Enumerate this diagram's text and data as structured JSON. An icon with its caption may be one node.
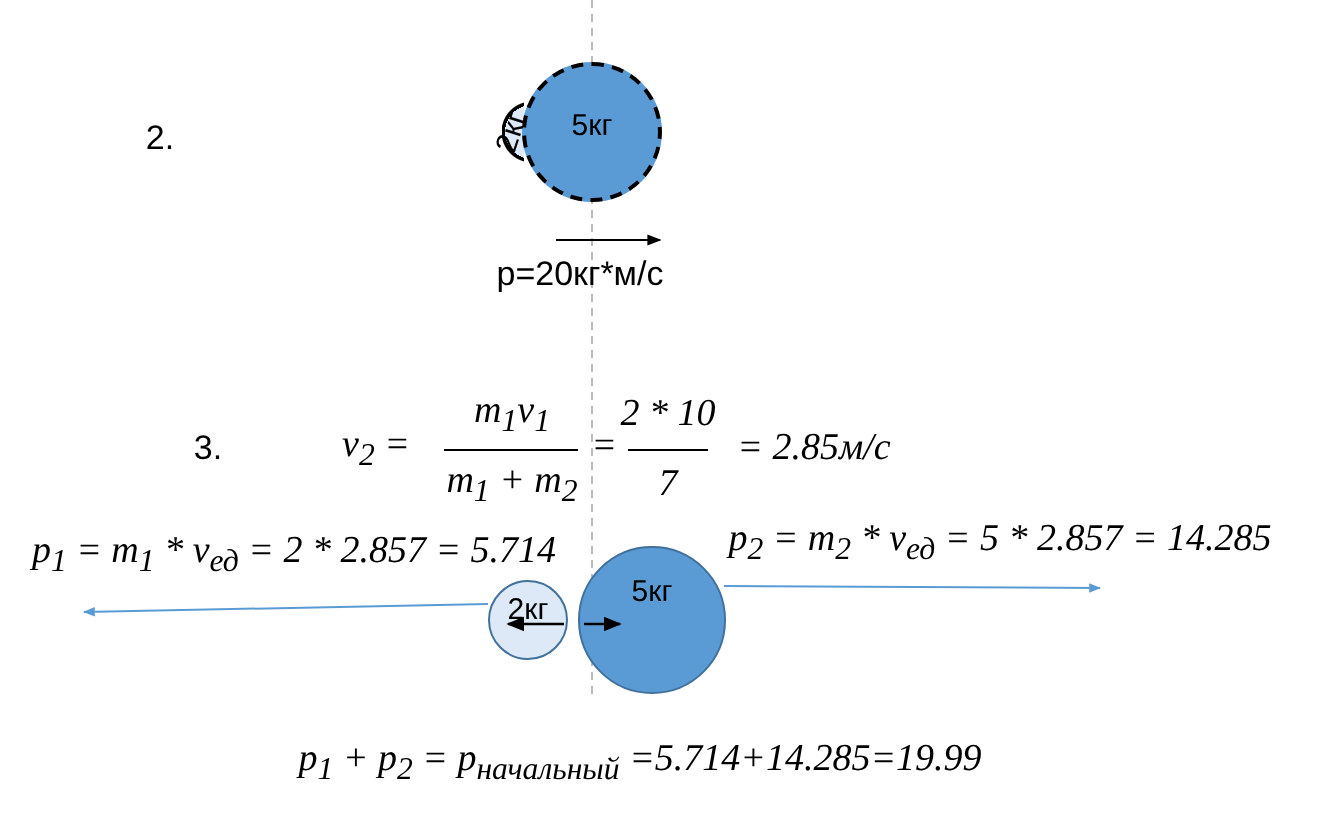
{
  "diagram": {
    "nodes": [
      {
        "text": [
          "2кг"
        ]
      },
      {
        "text": [
          "5кг"
        ]
      },
      {
        "text": [
          "2кг"
        ]
      },
      {
        "text": [
          "5кг"
        ]
      }
    ],
    "edges": [],
    "labels": [
      "2.",
      "p=20кг*м/с",
      "3.",
      "v$_{2}$ =",
      "m$_{1}$v$_{1}$",
      "m$_{1}$ + m$_{2}$",
      "=",
      "2 * 10",
      "7",
      "= 2.85м/с",
      "p$_{1}$ = m$_{1}$ * v$_{ед}$ = 2 * 2.857 = 5.714",
      "p$_{2}$ = m$_{2}$ * v$_{ед}$ = 5 * 2.857 = 14.285",
      "p$_{1}$ + p$_{2}$ = p$_{начальный}$ =5.714+14.285=19.99"
    ]
  }
}
